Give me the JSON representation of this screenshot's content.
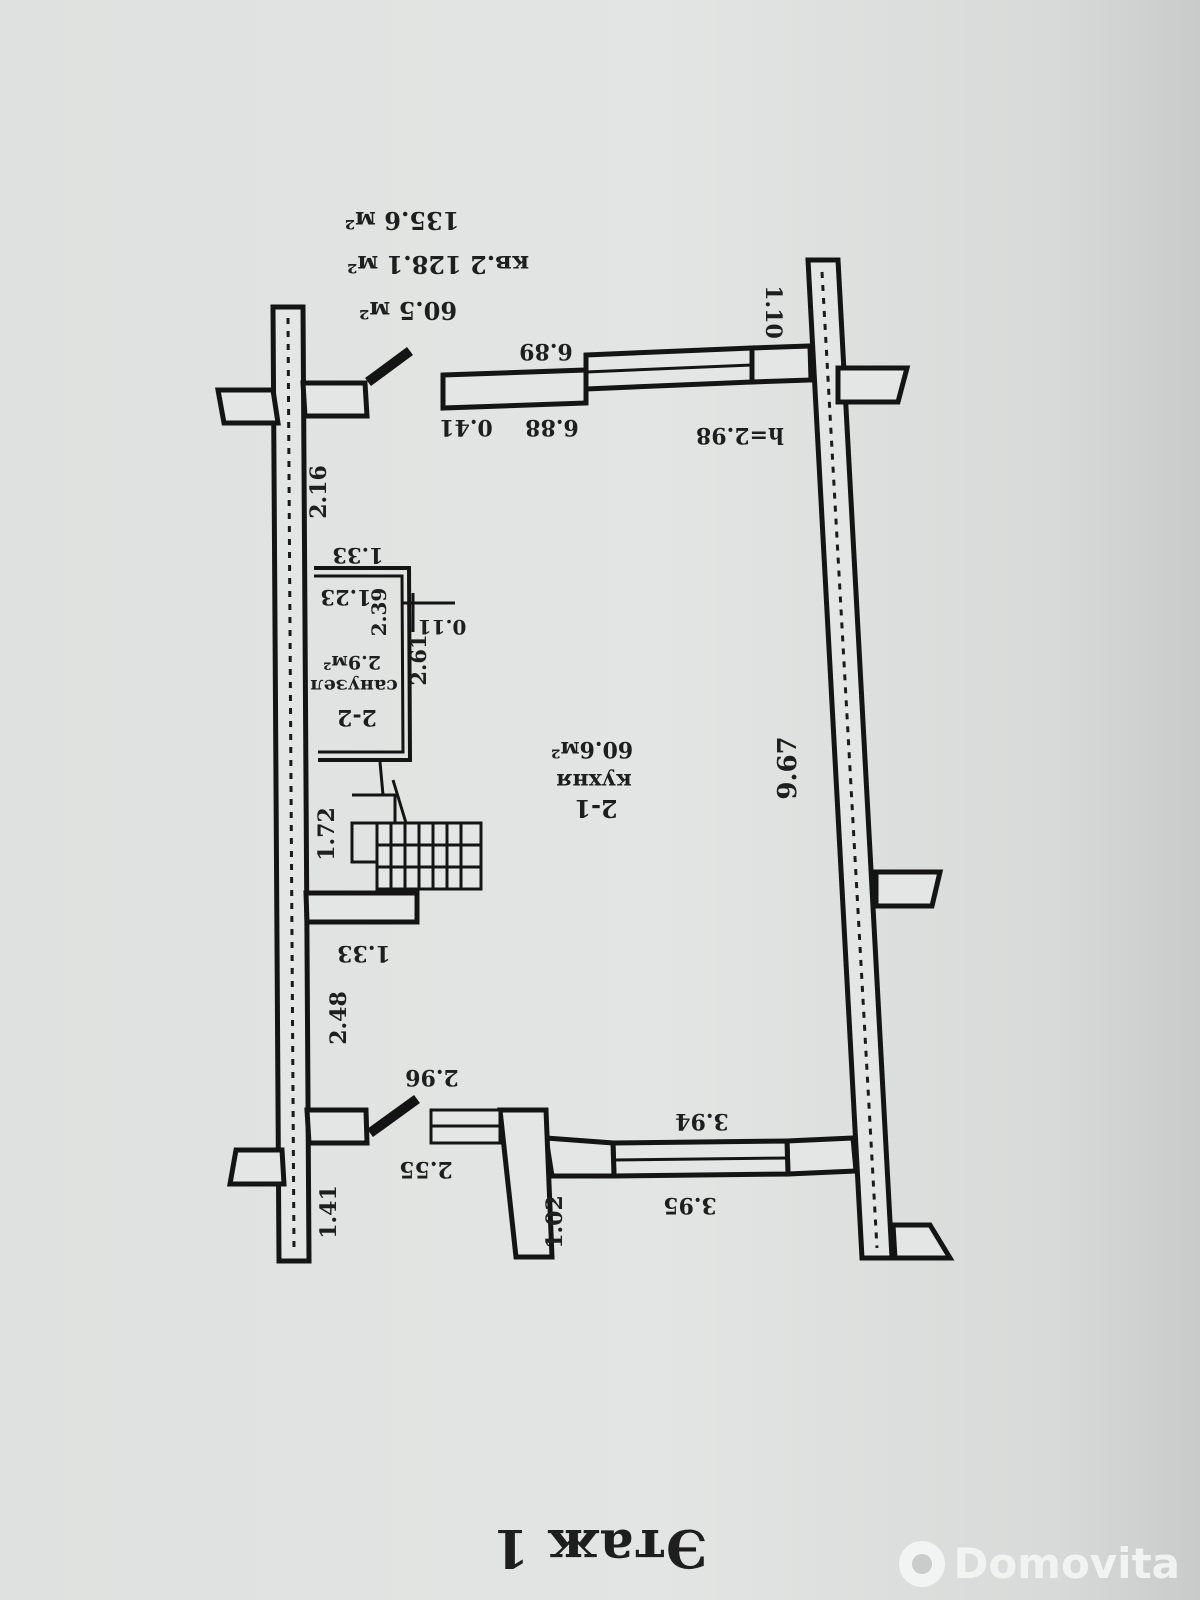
{
  "plan": {
    "floor_title": "Этаж 1",
    "summary": {
      "area_total": "135.6 м²",
      "flat_area": "кв.2  128.1 м²",
      "area_living": "60.5  м²"
    },
    "ceiling_height": "h=2.98",
    "rooms": [
      {
        "id": "2-1",
        "name": "кухня",
        "area": "60.6м²"
      },
      {
        "id": "2-2",
        "name": "санузел",
        "area": "2.9м²"
      }
    ],
    "dimensions": {
      "top_wall": "6.89",
      "top_wall_inner": "6.88",
      "top_wall_stub": "0.41",
      "top_right_corner": "1.10",
      "right_wall": "9.67",
      "left_upper": "2.16",
      "bath_top": "1.33",
      "bath_inner": "1.23",
      "bath_height": "2.39",
      "bath_partition": "0.11",
      "bath_outer": "2.61",
      "stair_length": "1.72",
      "stair_width": "1.33",
      "left_lower": "2.48",
      "door_bottom": "2.96",
      "bottom_wall": "3.94",
      "bottom_wall_outer": "3.95",
      "porch_left": "2.55",
      "porch_depth": "1.02",
      "bottom_left_corner": "1.41"
    }
  },
  "watermark": {
    "brand": "Domovita"
  }
}
